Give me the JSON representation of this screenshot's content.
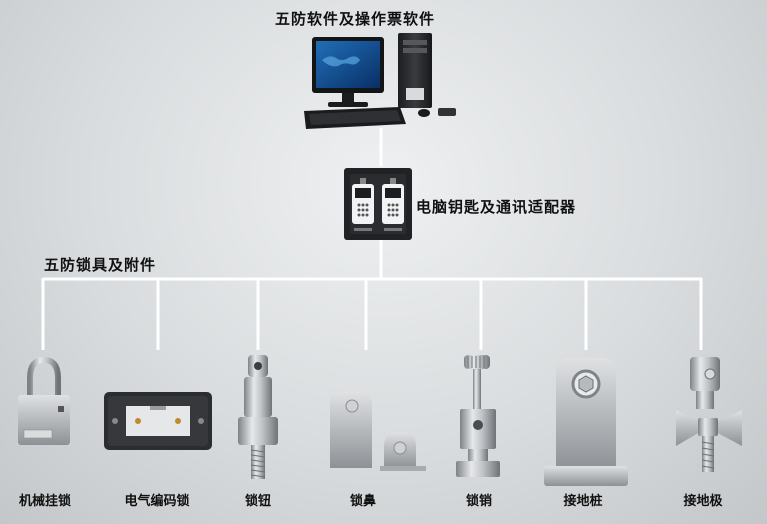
{
  "titles": {
    "software": "五防软件及操作票软件",
    "adapter": "电脑钥匙及通讯适配器",
    "locks": "五防锁具及附件"
  },
  "items": [
    {
      "label": "机械挂锁"
    },
    {
      "label": "电气编码锁"
    },
    {
      "label": "锁钮"
    },
    {
      "label": "锁鼻"
    },
    {
      "label": "锁销"
    },
    {
      "label": "接地桩"
    },
    {
      "label": "接地极"
    }
  ],
  "colors": {
    "connector": "#ffffff",
    "metal": "#b9bcbf",
    "dark": "#2b2d30"
  }
}
